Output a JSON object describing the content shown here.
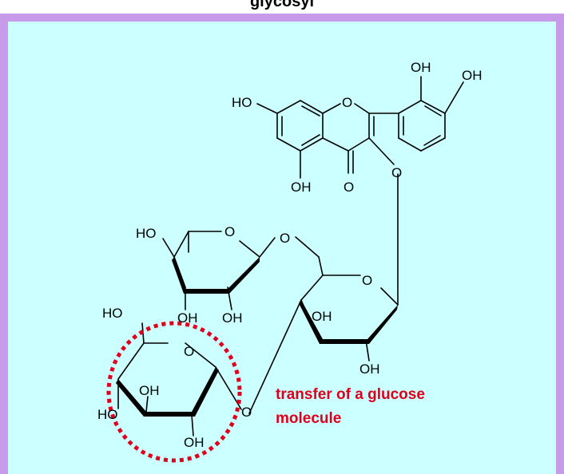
{
  "header": {
    "title_fragment": "glycosyl"
  },
  "colors": {
    "frame": "#c79be9",
    "panel": "#ccffff",
    "highlight": "#e0001c"
  },
  "labels": {
    "oh_b1": "OH",
    "oh_b2": "OH",
    "ho_a7": "HO",
    "o_ring": "O",
    "oh_5": "OH",
    "o_4": "O",
    "o_3": "O",
    "ho_rham": "HO",
    "o_rham_ring": "O",
    "o_link": "O",
    "oh_rham_a": "OH",
    "oh_rham_b": "OH",
    "o_glc_ring": "O",
    "oh_glc_a": "OH",
    "oh_glc_b": "OH",
    "ho_glc2_c6": "HO",
    "o_glc2_ring": "O",
    "oh_glc2_a": "OH",
    "ho_glc2_b": "HO",
    "oh_glc2_c": "OH",
    "o_glc2_link": "O"
  },
  "annotation": {
    "line1": "transfer of a glucose",
    "line2": "molecule"
  }
}
